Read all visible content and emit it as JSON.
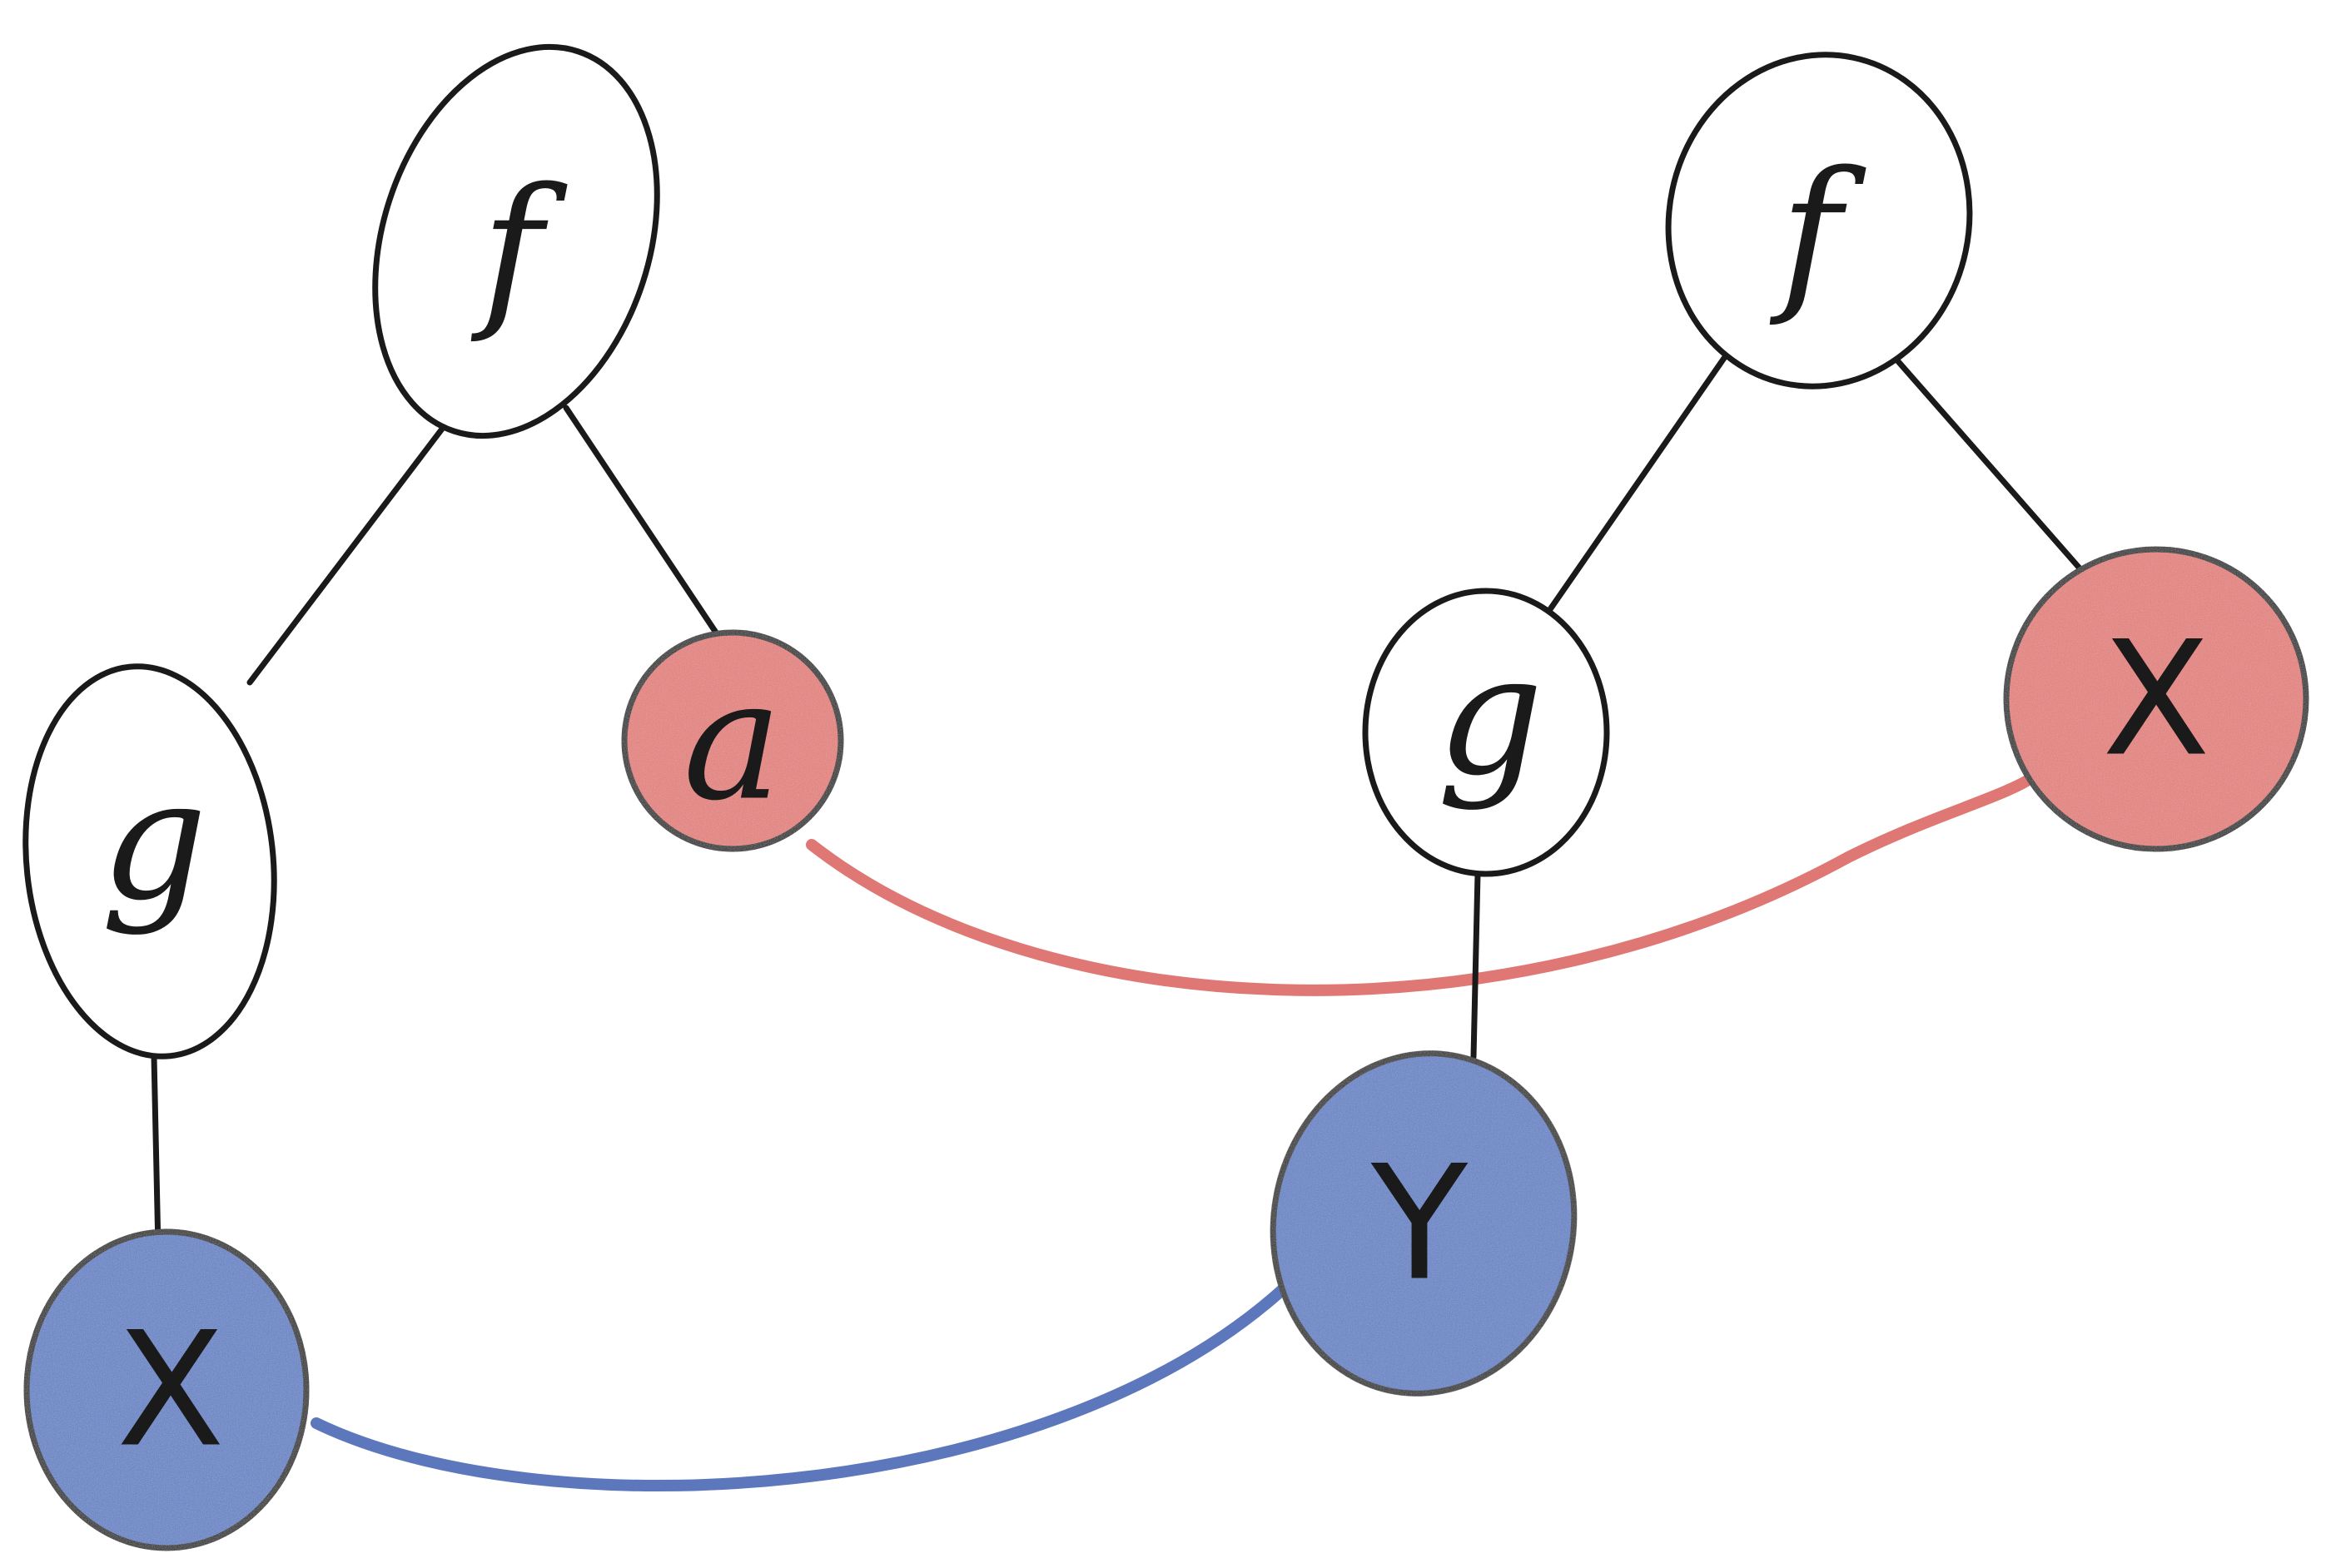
{
  "colors": {
    "ink": "#1a1a1a",
    "open_fill": "#ffffff",
    "red_fill": "#e07a76",
    "blue_fill": "#5d7dc2",
    "red_link": "#d9605c",
    "blue_link": "#3f5fb0"
  },
  "tree_left": {
    "root": {
      "label": "f"
    },
    "g": {
      "label": "g"
    },
    "a": {
      "label": "a"
    },
    "x": {
      "label": "X"
    }
  },
  "tree_right": {
    "root": {
      "label": "f"
    },
    "g": {
      "label": "g"
    },
    "x": {
      "label": "X"
    },
    "y": {
      "label": "Y"
    }
  }
}
